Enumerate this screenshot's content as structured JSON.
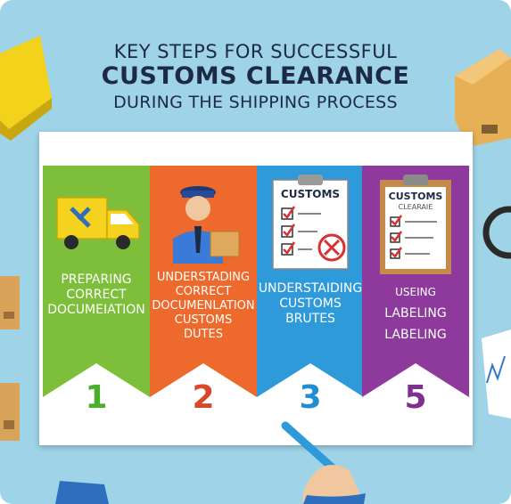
{
  "title": {
    "line1": "KEY STEPS FOR SUCCESSFUL",
    "line2": "CUSTOMS CLEARANCE",
    "line3": "DURING THE SHIPPING PROCESS"
  },
  "steps": [
    {
      "label_lines": [
        "PREPARING",
        "CORRECT",
        "DOCUMEIATION"
      ],
      "number": "1",
      "color": "#7dbf3a",
      "num_color": "#4caf29",
      "icon": "delivery-truck-icon"
    },
    {
      "label_lines": [
        "UNDERSTADING",
        "CORRECT",
        "DOCUMENLATION",
        "CUSTOMS",
        "DUTES"
      ],
      "number": "2",
      "color": "#ee6a2c",
      "num_color": "#d9482a",
      "icon": "customs-officer-icon"
    },
    {
      "label_lines": [
        "UNDERSTAIDING",
        "CUSTOMS",
        "BRUTES"
      ],
      "number": "3",
      "color": "#2e9ad9",
      "num_color": "#1f8fd0",
      "icon": "customs-checklist-icon",
      "clip_text": "CUSTOMS"
    },
    {
      "label_lines": [
        "USEING",
        "LABELING",
        "LABELING"
      ],
      "number": "5",
      "color": "#8e3a9c",
      "num_color": "#7e2f8f",
      "icon": "customs-clipboard-icon",
      "clip_text": "CUSTOMS",
      "clip_sub": "CLEARAIE"
    }
  ]
}
